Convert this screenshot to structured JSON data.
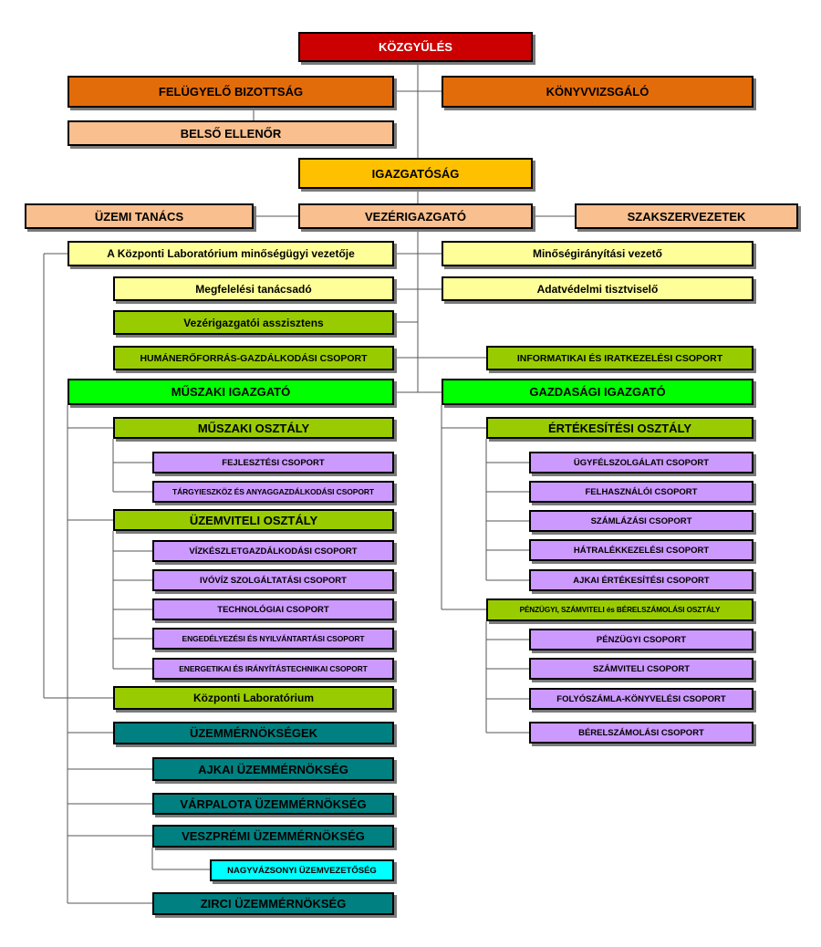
{
  "colors": {
    "assembly": "#cc0000",
    "supervisory": "#e36c0a",
    "peach": "#f9bf8f",
    "board": "#ffc000",
    "light_yellow": "#ffff99",
    "olive": "#99cc00",
    "bright_green": "#00ff00",
    "lavender": "#cc99ff",
    "teal": "#008080",
    "cyan": "#00ffff"
  },
  "top": {
    "kozgyules": "KÖZGYŰLÉS",
    "felugyelo_bizottsag": "FELÜGYELŐ BIZOTTSÁG",
    "konyvvizsgalo": "KÖNYVVIZSGÁLÓ",
    "belso_ellenor": "BELSŐ ELLENŐR",
    "igazgatosag": "IGAZGATÓSÁG",
    "uzemi_tanacs": "ÜZEMI TANÁCS",
    "vezerigazgato": "VEZÉRIGAZGATÓ",
    "szakszervezetek": "SZAKSZERVEZETEK"
  },
  "staff": {
    "kozponti_lab_minosegugyi": "A Központi Laboratórium minőségügyi vezetője",
    "minosegiranyitasi": "Minőségirányítási vezető",
    "megfelelesi": "Megfelelési tanácsadó",
    "adatvedelmi": "Adatvédelmi tisztviselő",
    "asszisztens": "Vezérigazgatói asszisztens",
    "humaneroforras": "HUMÁNERŐFORRÁS-GAZDÁLKODÁSI CSOPORT",
    "informatikai": "INFORMATIKAI ÉS IRATKEZELÉSI CSOPORT"
  },
  "muszaki": {
    "igazgato": "MŰSZAKI IGAZGATÓ",
    "muszaki_osztaly": "MŰSZAKI OSZTÁLY",
    "fejlesztesi": "FEJLESZTÉSI CSOPORT",
    "targyieszkoz": "TÁRGYIESZKÖZ ÉS ANYAGGAZDÁLKODÁSI CSOPORT",
    "uzemviteli_osztaly": "ÜZEMVITELI OSZTÁLY",
    "vizkeszlet": "VÍZKÉSZLETGAZDÁLKODÁSI CSOPORT",
    "ivoviz": "IVÓVÍZ SZOLGÁLTATÁSI CSOPORT",
    "technologiai": "TECHNOLÓGIAI CSOPORT",
    "engedelyezesi": "ENGEDÉLYEZÉSI ÉS NYILVÁNTARTÁSI CSOPORT",
    "energetikai": "ENERGETIKAI ÉS IRÁNYÍTÁSTECHNIKAI CSOPORT",
    "kozponti_laboratorium": "Központi Laboratórium",
    "uzemmernoksegek": "ÜZEMMÉRNÖKSÉGEK",
    "ajkai": "AJKAI ÜZEMMÉRNÖKSÉG",
    "varpalota": "VÁRPALOTA ÜZEMMÉRNÖKSÉG",
    "veszpremi": "VESZPRÉMI ÜZEMMÉRNÖKSÉG",
    "nagyvazsonyi": "NAGYVÁZSONYI ÜZEMVEZETŐSÉG",
    "zirci": "ZIRCI ÜZEMMÉRNÖKSÉG"
  },
  "gazdasagi": {
    "igazgato": "GAZDASÁGI IGAZGATÓ",
    "ertekesitesi_osztaly": "ÉRTÉKESÍTÉSI OSZTÁLY",
    "ugyfelszolgalati": "ÜGYFÉLSZOLGÁLATI CSOPORT",
    "felhasznaloi": "FELHASZNÁLÓI CSOPORT",
    "szamlazasi": "SZÁMLÁZÁSI CSOPORT",
    "hatralekkezelesi": "HÁTRALÉKKEZELÉSI CSOPORT",
    "ajkai_ertekesitesi": "AJKAI ÉRTÉKESÍTÉSI CSOPORT",
    "penzugyi_osztaly": "PÉNZÜGYI, SZÁMVITELI és BÉRELSZÁMOLÁSI OSZTÁLY",
    "penzugyi_csoport": "PÉNZÜGYI CSOPORT",
    "szamviteli": "SZÁMVITELI CSOPORT",
    "folyoszamla": "FOLYÓSZÁMLA-KÖNYVELÉSI CSOPORT",
    "berelszamolasi": "BÉRELSZÁMOLÁSI CSOPORT"
  }
}
